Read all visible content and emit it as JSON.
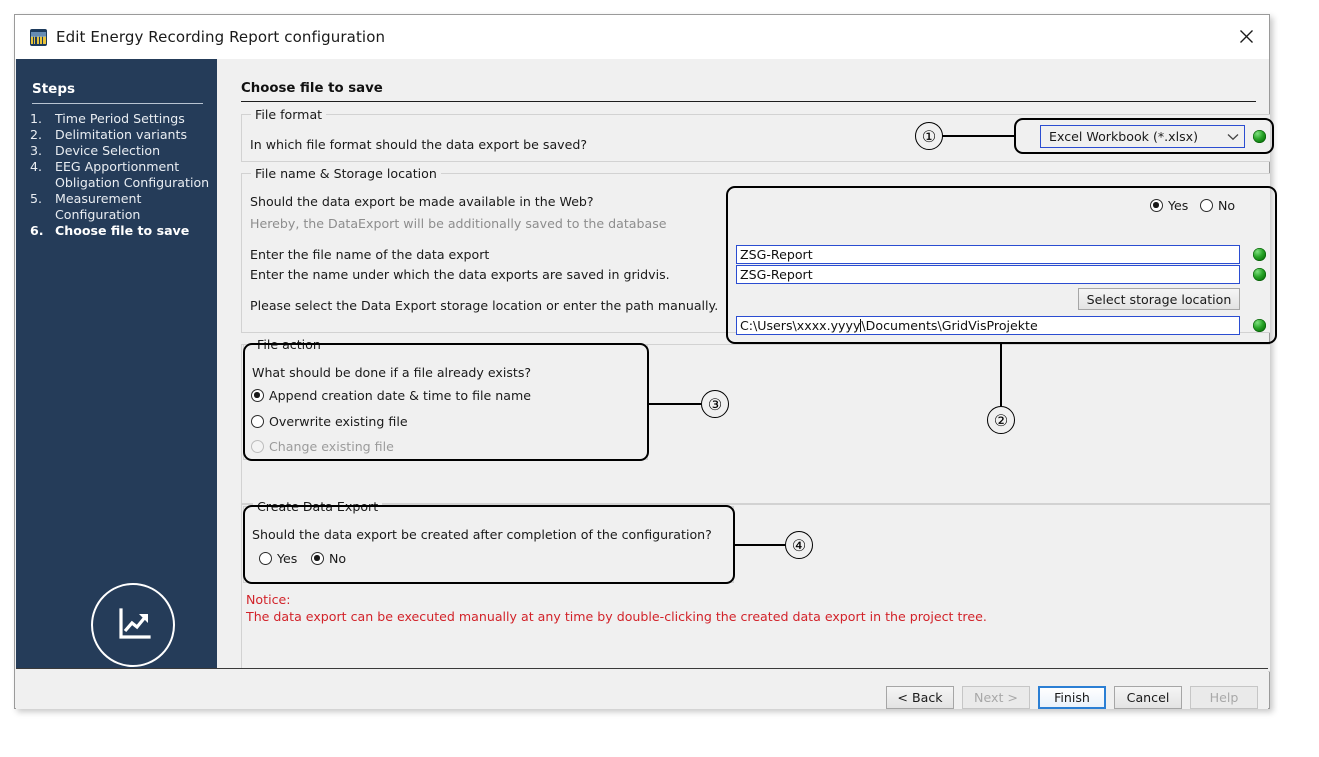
{
  "window": {
    "title": "Edit Energy Recording Report configuration",
    "app_icon": "waveform-app-icon",
    "close_icon": "close-icon"
  },
  "sidebar": {
    "heading": "Steps",
    "logo_icon": "chart-trend-up-icon",
    "items": [
      {
        "num": "1.",
        "label": "Time Period Settings",
        "current": false
      },
      {
        "num": "2.",
        "label": "Delimitation variants",
        "current": false
      },
      {
        "num": "3.",
        "label": "Device Selection",
        "current": false
      },
      {
        "num": "4.",
        "label": "EEG Apportionment",
        "cont": "Obligation Configuration",
        "current": false
      },
      {
        "num": "5.",
        "label": "Measurement",
        "cont": "Configuration",
        "current": false
      },
      {
        "num": "6.",
        "label": "Choose file to save",
        "current": true
      }
    ]
  },
  "page": {
    "header": "Choose file to save"
  },
  "file_format": {
    "group_title": "File format",
    "question": "In which file format should the data export be saved?",
    "dropdown_value": "Excel Workbook (*.xlsx)",
    "dropdown_icon": "chevron-down-icon",
    "status": "ok"
  },
  "file_name_storage": {
    "group_title": "File name & Storage location",
    "web_question": "Should the data export be made available in the Web?",
    "web_hint": "Hereby, the DataExport will be additionally saved to the database",
    "web_yes": "Yes",
    "web_no": "No",
    "web_selected": "Yes",
    "filename_label": "Enter the file name of the data export",
    "filename_value": "ZSG-Report",
    "gridvis_label": "Enter the name under which the data exports are saved in gridvis.",
    "gridvis_value": "ZSG-Report",
    "path_label": "Please select the Data Export storage location or enter the path manually.",
    "select_button": "Select storage location",
    "path_value": "C:\\Users\\xxxx.yyyy\\Documents\\GridVisProjekte",
    "path_value_before_caret": "C:\\Users\\xxxx.yyyy",
    "path_value_after_caret": "\\Documents\\GridVisProjekte"
  },
  "file_action": {
    "group_title": "File action",
    "question": "What should be done if a file already exists?",
    "options": [
      {
        "label": "Append creation date & time to file name",
        "checked": true,
        "disabled": false
      },
      {
        "label": "Overwrite existing file",
        "checked": false,
        "disabled": false
      },
      {
        "label": "Change existing file",
        "checked": false,
        "disabled": true
      }
    ]
  },
  "create_data_export": {
    "group_title": "Create Data Export",
    "question": "Should the data export be created after completion of the configuration?",
    "yes": "Yes",
    "no": "No",
    "selected": "No"
  },
  "notice": {
    "title": "Notice:",
    "text": "The data export can be executed manually at any time by double-clicking the created data export in the project tree."
  },
  "callouts": [
    {
      "n": "①"
    },
    {
      "n": "②"
    },
    {
      "n": "③"
    },
    {
      "n": "④"
    }
  ],
  "buttons": {
    "back": "< Back",
    "next": "Next >",
    "finish": "Finish",
    "cancel": "Cancel",
    "help": "Help"
  },
  "colors": {
    "sidebar": "#253c59",
    "accent_focus": "#2b4dd1",
    "led_green": "#2aa52a",
    "notice_red": "#d2232a"
  }
}
